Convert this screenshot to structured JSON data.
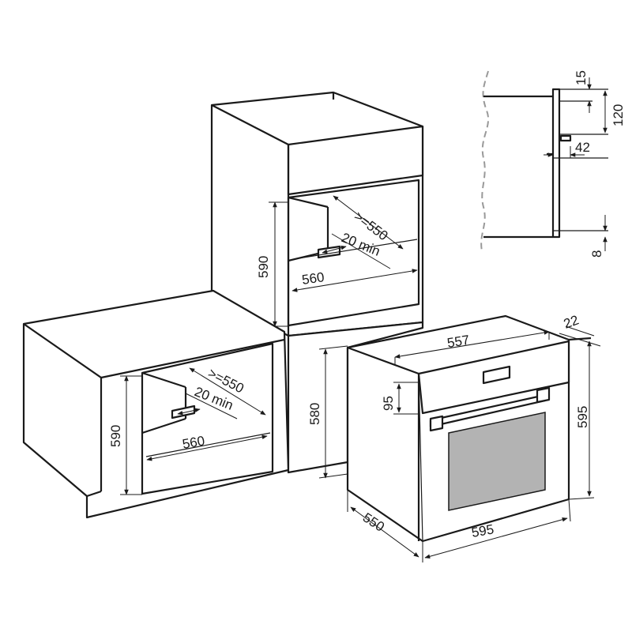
{
  "labels": {
    "tall_depth": ">=550",
    "tall_gap": "20 min",
    "tall_width": "560",
    "tall_height": "590",
    "base_depth": ">=550",
    "base_gap": "20 min",
    "base_width": "560",
    "base_height": "590",
    "mid_height": "580",
    "oven_width_top": "557",
    "oven_thickness": "22",
    "panel_height": "95",
    "oven_height": "595",
    "oven_depth": "550",
    "oven_width": "595",
    "side_15": "15",
    "side_120": "120",
    "side_42": "42",
    "side_8": "8"
  },
  "colors": {
    "line": "#1a1a1a",
    "window_gray": "#b3b3b3",
    "wall_dash": "#999999"
  }
}
